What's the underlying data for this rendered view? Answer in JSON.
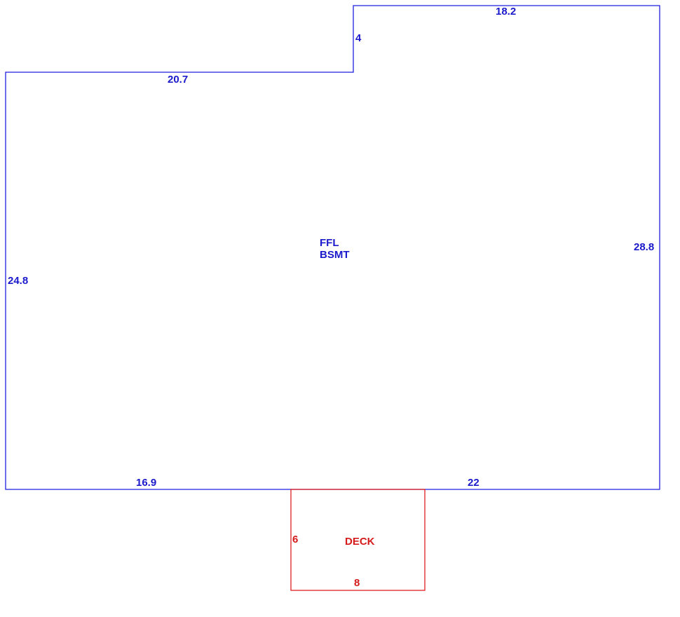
{
  "colors": {
    "main_structure": "#1f1fe0",
    "deck": "#e02020",
    "main_label": "#1a1acc",
    "deck_label": "#d41a1a"
  },
  "main_area": {
    "labels": [
      "FFL",
      "BSMT"
    ],
    "dimensions": {
      "top_upper": "18.2",
      "step": "4",
      "top_lower": "20.7",
      "right": "28.8",
      "left": "24.8",
      "bottom_left": "16.9",
      "bottom_right": "22"
    }
  },
  "deck": {
    "label": "DECK",
    "dimensions": {
      "side": "6",
      "bottom": "8"
    }
  }
}
